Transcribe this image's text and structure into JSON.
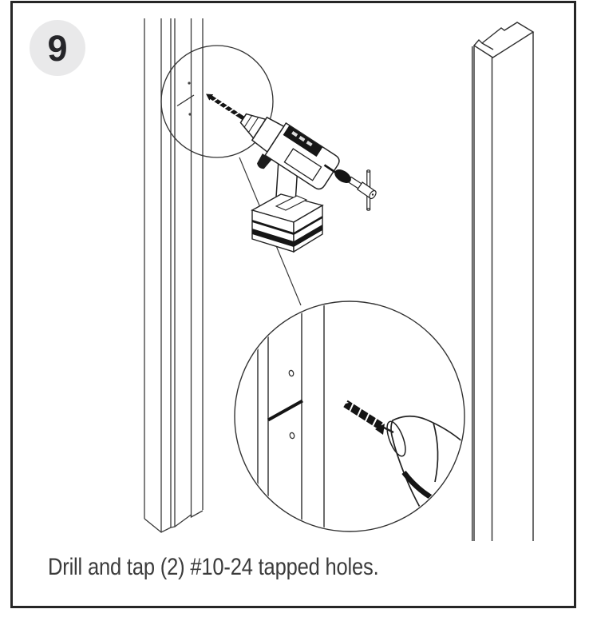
{
  "step": {
    "number": "9"
  },
  "caption": {
    "text": "Drill and tap (2) #10-24 tapped holes."
  },
  "colors": {
    "line": "#3a3a3a",
    "outline_dark": "#222222",
    "fill_dark": "#161616",
    "badge_bg": "#e9e9ea",
    "badge_text": "#26262a",
    "caption_text": "#3b3b3b",
    "frame_border": "#262626",
    "background": "#ffffff"
  },
  "illustration": {
    "parts": [
      {
        "name": "left-door-jamb"
      },
      {
        "name": "right-door-jamb"
      },
      {
        "name": "cordless-drill"
      },
      {
        "name": "drill-bit"
      },
      {
        "name": "t-handle-tap-wrench"
      },
      {
        "name": "detail-callout-small-circle"
      },
      {
        "name": "detail-callout-magnified-circle"
      },
      {
        "name": "tapped-holes",
        "count": 2,
        "thread_size": "#10-24"
      }
    ]
  }
}
